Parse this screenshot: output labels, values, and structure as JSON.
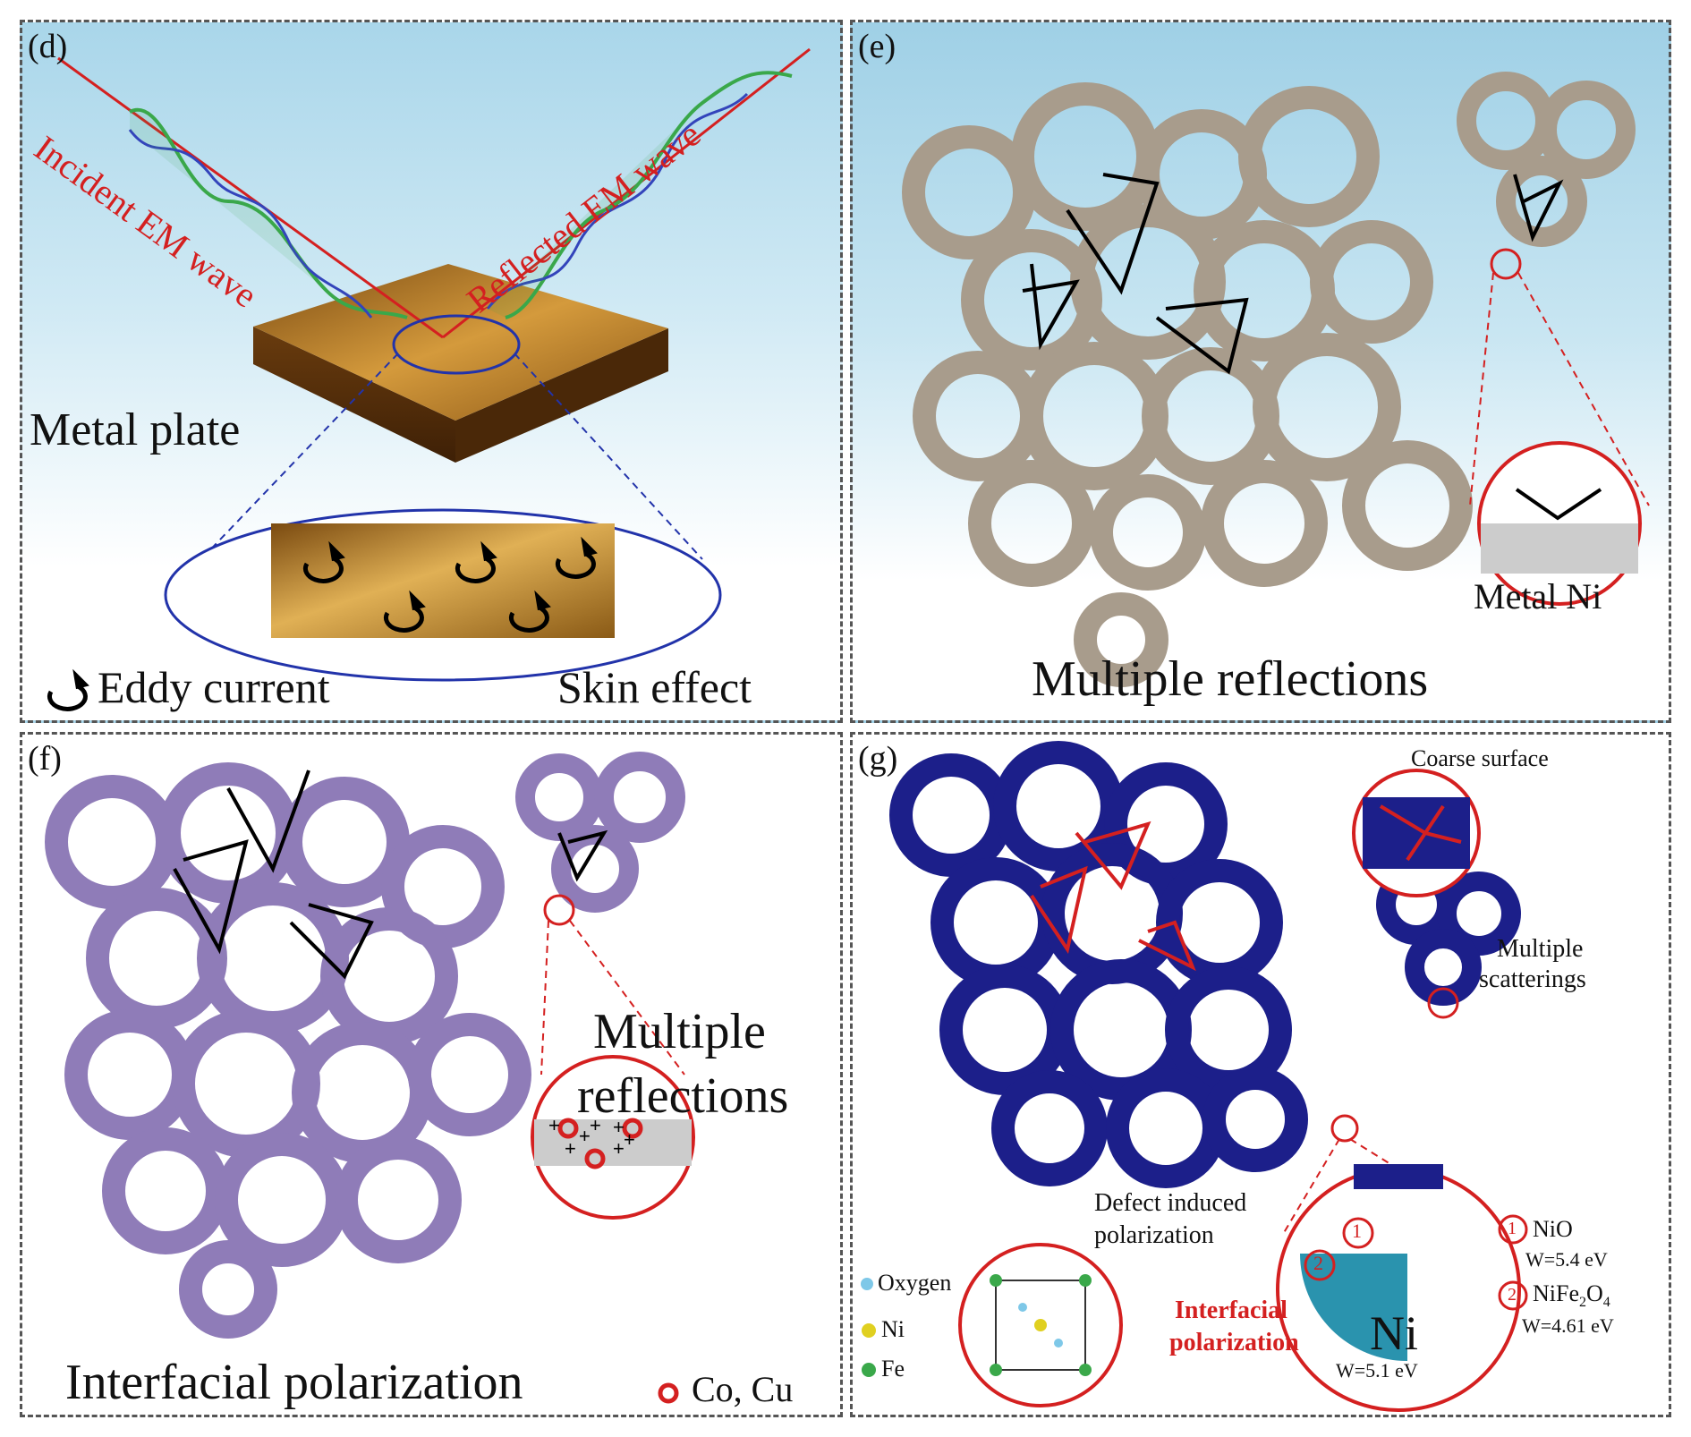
{
  "panels": {
    "d": {
      "tag": "(d)",
      "incident": "Incident EM wave",
      "reflected": "Reflected EM wave",
      "plate": "Metal plate",
      "eddy": "Eddy current",
      "skin": "Skin effect"
    },
    "e": {
      "tag": "(e)",
      "metal": "Metal Ni",
      "caption": "Multiple reflections"
    },
    "f": {
      "tag": "(f)",
      "multiple": "Multiple",
      "reflections": "reflections",
      "caption": "Interfacial polarization",
      "legend": "Co, Cu"
    },
    "g": {
      "tag": "(g)",
      "coarse": "Coarse surface",
      "multiple": "Multiple",
      "scatterings": "scatterings",
      "defect1": "Defect induced",
      "defect2": "polarization",
      "interfacial1": "Interfacial",
      "interfacial2": "polarization",
      "legend_o": "Oxygen",
      "legend_ni": "Ni",
      "legend_fe": "Fe",
      "ni": "Ni",
      "w_ni": "W=5.1 eV",
      "num1": "1",
      "num2": "2",
      "nio": "NiO",
      "w_nio": "W=5.4 eV",
      "nife_a": "NiFe",
      "nife_b": "2",
      "nife_c": "O",
      "nife_d": "4",
      "w_nife": "W=4.61 eV"
    }
  },
  "colors": {
    "foam_e": "#a89c8c",
    "foam_f": "#8f7cb8",
    "foam_g": "#1c1f8a",
    "metal": "#b07a26",
    "circle_red": "#d42020",
    "circle_blue": "#2233aa",
    "wave_green": "#3aa84a",
    "wave_blue": "#3344bb",
    "ray_red": "#d42020",
    "ni_disk": "#2a93ae"
  }
}
